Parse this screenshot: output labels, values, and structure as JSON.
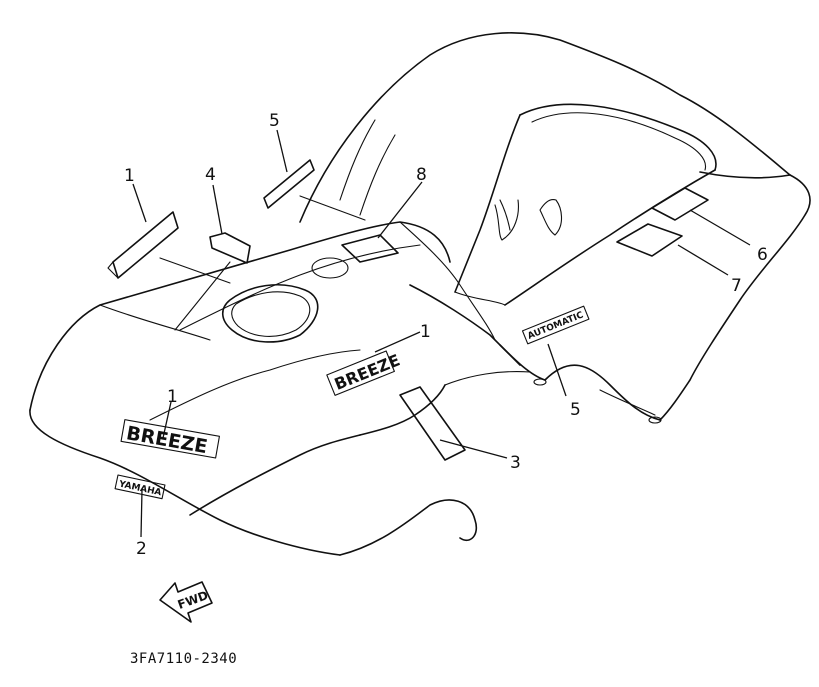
{
  "callouts": {
    "c1_left": "1",
    "c4": "4",
    "c5_top": "5",
    "c8": "8",
    "c6": "6",
    "c7": "7",
    "c1_mid": "1",
    "c1_front": "1",
    "c5_side": "5",
    "c3": "3",
    "c2": "2"
  },
  "decals": {
    "breeze_side": "BREEZE",
    "breeze_front": "BREEZE",
    "yamaha": "YAMAHA",
    "automatic": "AUTOMATIC"
  },
  "fwd_arrow": "FWD",
  "part_code": "3FA7110-2340"
}
